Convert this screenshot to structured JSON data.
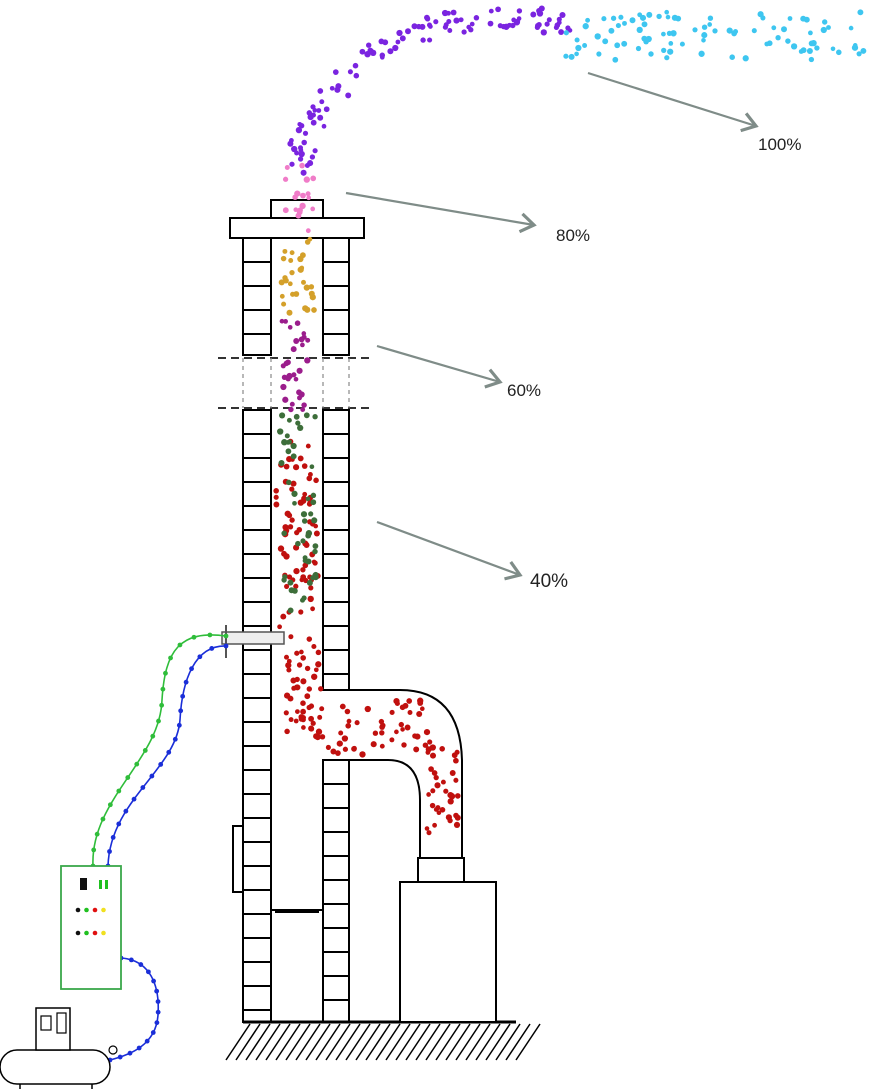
{
  "labels": {
    "stage_100": "100%",
    "stage_80": "80%",
    "stage_60": "60%",
    "stage_40": "40%"
  },
  "colors": {
    "outline": "#000000",
    "brick_fill": "#ffffff",
    "arrow": "#7f8c88",
    "particles_hot": "#c0100e",
    "particles_green": "#3d6e3a",
    "particles_magenta": "#9b1d8c",
    "particles_gold": "#d4a02a",
    "particles_pink": "#f07cc8",
    "particles_purple": "#7a24e0",
    "particles_cyan": "#3ec6f0",
    "hose_green": "#2fbd3a",
    "hose_blue": "#1a2ed8",
    "control_box_border": "#3aa84a",
    "indicator_red": "#e01010",
    "indicator_green": "#20c020",
    "indicator_yellow": "#f0e020",
    "indicator_black": "#111111"
  },
  "icons": {
    "compressor": "air-compressor-icon",
    "control_box": "control-panel-icon"
  }
}
